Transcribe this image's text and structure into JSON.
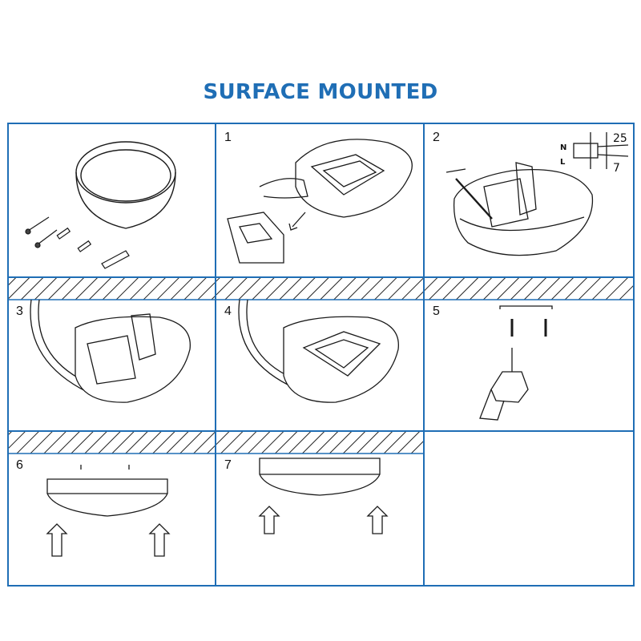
{
  "title": "SURFACE MOUNTED",
  "colors": {
    "accent": "#1f6eb5",
    "line": "#1a1a1a",
    "hatch_fill": "#ffffff"
  },
  "panels": [
    {
      "id": "parts",
      "step": ""
    },
    {
      "id": "open",
      "step": "1"
    },
    {
      "id": "wiring",
      "step": "2",
      "labels": {
        "neutral": "N",
        "live": "L",
        "strip_outer": "25",
        "strip_inner": "7"
      }
    },
    {
      "id": "connect",
      "step": "3"
    },
    {
      "id": "close",
      "step": "4"
    },
    {
      "id": "drill",
      "step": "5"
    },
    {
      "id": "mount",
      "step": "6"
    },
    {
      "id": "fix",
      "step": "7"
    },
    {
      "id": "empty",
      "step": ""
    }
  ]
}
